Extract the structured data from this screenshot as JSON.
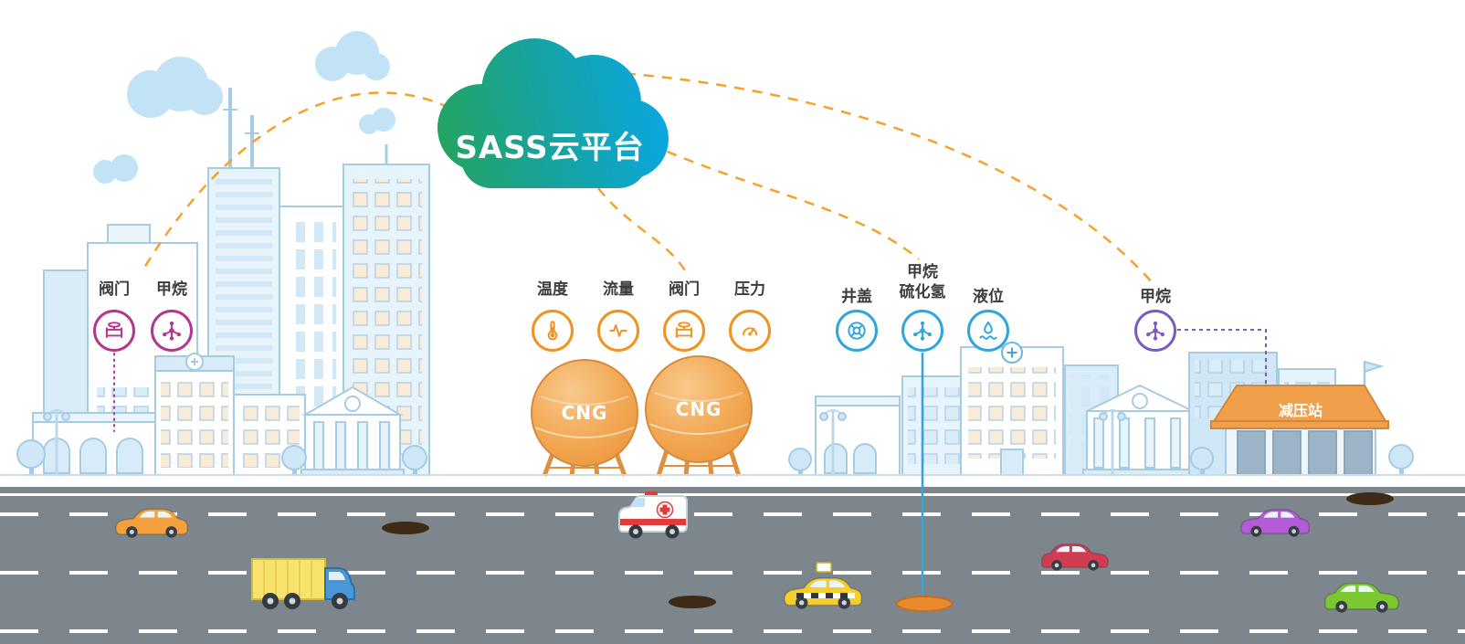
{
  "cloud": {
    "label": "SASS云平台",
    "gradient_start": "#27a35b",
    "gradient_end": "#0ba7dd"
  },
  "connections": {
    "cloud_link_color": "#f6a12e",
    "style": "dashed"
  },
  "sensor_groups": [
    {
      "id": "city-building-sensors",
      "color": "#b5368f",
      "items": [
        {
          "label": "阀门",
          "icon": "valve-icon"
        },
        {
          "label": "甲烷",
          "icon": "molecule-icon"
        }
      ]
    },
    {
      "id": "cng-tank-sensors",
      "color": "#f0931f",
      "items": [
        {
          "label": "温度",
          "icon": "thermometer-icon"
        },
        {
          "label": "流量",
          "icon": "flow-icon"
        },
        {
          "label": "阀门",
          "icon": "valve-icon"
        },
        {
          "label": "压力",
          "icon": "gauge-icon"
        }
      ]
    },
    {
      "id": "street-sensors",
      "color": "#2ea6de",
      "items": [
        {
          "label": "井盖",
          "icon": "manhole-icon"
        },
        {
          "label": "甲烷",
          "label2": "硫化氢",
          "icon": "molecule-icon"
        },
        {
          "label": "液位",
          "icon": "liquid-level-icon"
        }
      ]
    },
    {
      "id": "pressure-station-sensors",
      "color": "#7a5cc0",
      "items": [
        {
          "label": "甲烷",
          "icon": "molecule-icon"
        }
      ]
    }
  ],
  "tanks": {
    "label": "CNG",
    "color": "#f0a04a"
  },
  "station": {
    "label": "减压站",
    "roof_color": "#f0a04a"
  },
  "road": {
    "color": "#7d868d",
    "lane_marking_color": "#ffffff"
  },
  "vehicles": [
    {
      "name": "orange-car",
      "color": "#f2a13c"
    },
    {
      "name": "yellow-truck",
      "color": "#f7e36b"
    },
    {
      "name": "ambulance",
      "color": "#ffffff"
    },
    {
      "name": "taxi",
      "color": "#f4cd2e"
    },
    {
      "name": "red-car",
      "color": "#cf3d52"
    },
    {
      "name": "purple-car",
      "color": "#b35bd9"
    },
    {
      "name": "green-car",
      "color": "#7cc832"
    }
  ]
}
